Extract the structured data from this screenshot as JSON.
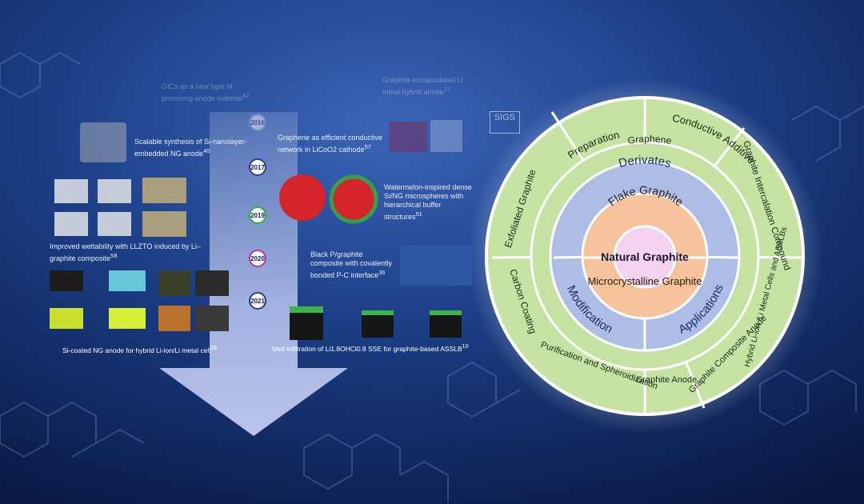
{
  "timeline": {
    "entries": [
      {
        "text": "GICs as a new type of promising anode material",
        "ref": "42"
      },
      {
        "text": "Graphite-encapsulated Li metal hybrid anode",
        "ref": "17"
      },
      {
        "text": "Scalable synthesis of Si-nanolayer-embedded NG anode",
        "ref": "40"
      },
      {
        "text": "Graphene as efficient conductive network in LiCoO2 cathode",
        "ref": "57"
      },
      {
        "text": "Watermelon-inspired dense Si/NG microspheres with hierarchical buffer structures",
        "ref": "51"
      },
      {
        "text": "Improved wettability with LLZTO induced by Li–graphite composite",
        "ref": "58"
      },
      {
        "text": "Black P/graphite composite with covalently bonded P-C interface",
        "ref": "36"
      },
      {
        "text": "Si-coated NG anode for hybrid Li-ion/Li metal cell",
        "ref": "59"
      },
      {
        "text": "Melt infiltration of Li1.8OHCl0.8 SSE for graphite-based ASSLB",
        "ref": "10"
      }
    ],
    "years": [
      "2016",
      "2017",
      "2019",
      "2020",
      "2021"
    ]
  },
  "logo": {
    "text": "SIGS"
  },
  "wheel": {
    "center": "Natural Graphite",
    "inner": [
      "Flake Graphite",
      "Microcrystalline Graphite"
    ],
    "middle": [
      "Derivates",
      "Applications",
      "Modification"
    ],
    "outer": {
      "derivates": [
        "Graphene",
        "Graphite Intercalation Compound",
        "Exfoliated Graphite"
      ],
      "applications": [
        "Hybrid Li-ion /Li Metal Cells and ASSLBs",
        "Graphite Composite Anode",
        "Graphite Anode"
      ],
      "modification": [
        "Purification and Spheroidization",
        "Carbon Coating"
      ]
    },
    "rim": [
      "Preparation",
      "Conductive Additive"
    ]
  }
}
